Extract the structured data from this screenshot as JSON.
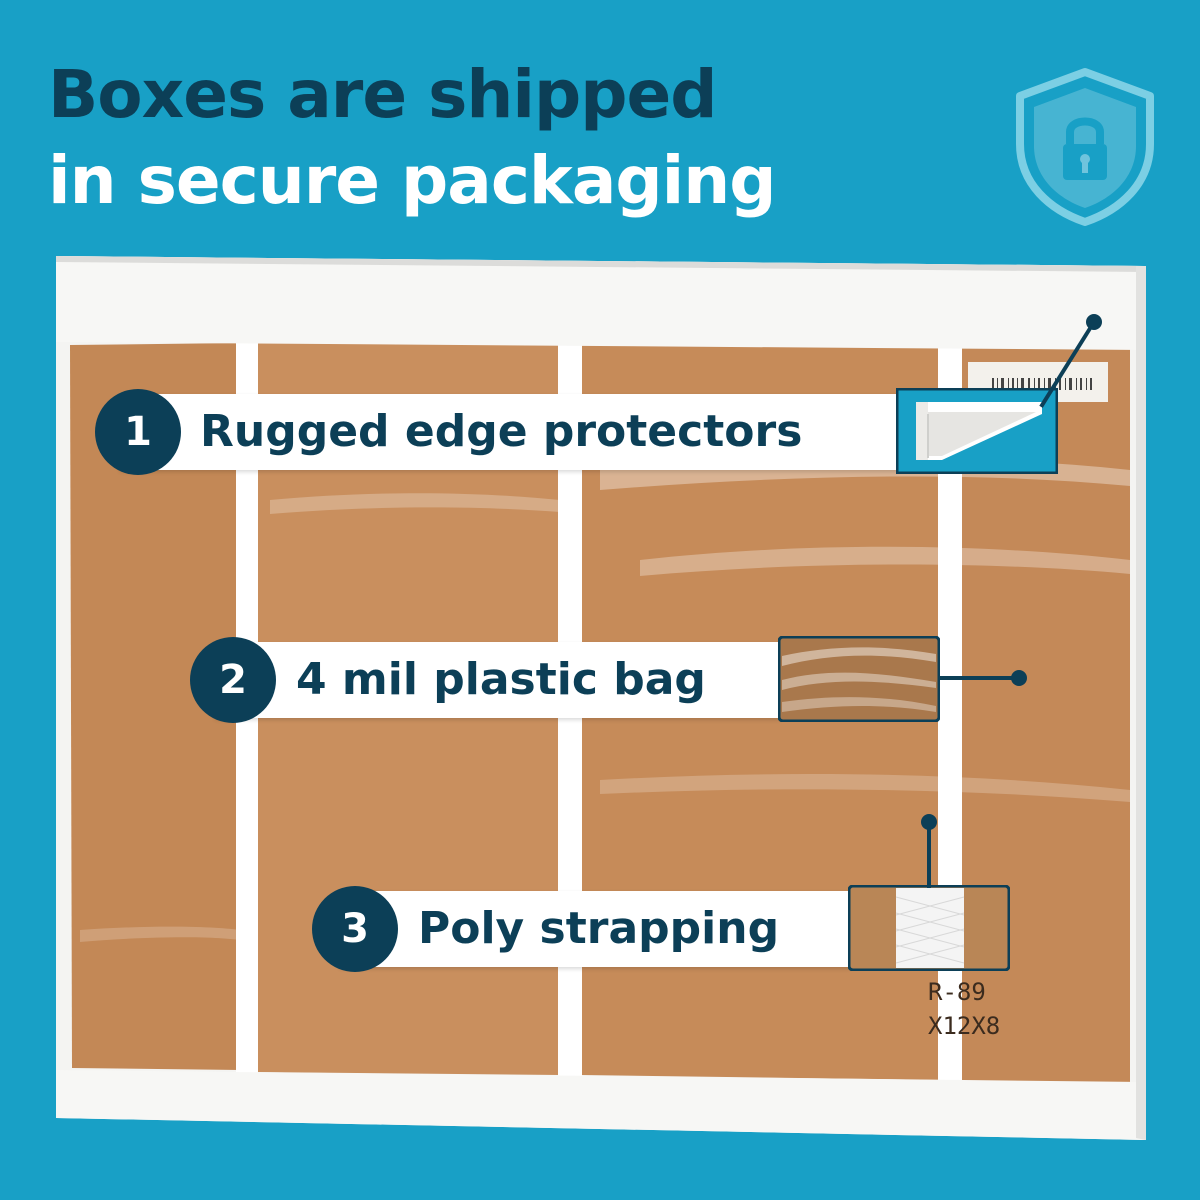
{
  "headline": {
    "line1": "Boxes are shipped",
    "line2": "in secure packaging"
  },
  "features": [
    {
      "number": "1",
      "label": "Rugged edge protectors",
      "icon": "edge-protector-icon"
    },
    {
      "number": "2",
      "label": "4 mil plastic bag",
      "icon": "plastic-bag-icon"
    },
    {
      "number": "3",
      "label": "Poly strapping",
      "icon": "poly-strap-icon"
    }
  ],
  "box_markings": {
    "line1": "R-89",
    "line2": "X12X8"
  },
  "colors": {
    "background": "#18a0c6",
    "navy": "#0c3f57",
    "cardboard": "#c58a5a",
    "white": "#ffffff"
  },
  "icons": [
    "shield-lock-icon"
  ]
}
